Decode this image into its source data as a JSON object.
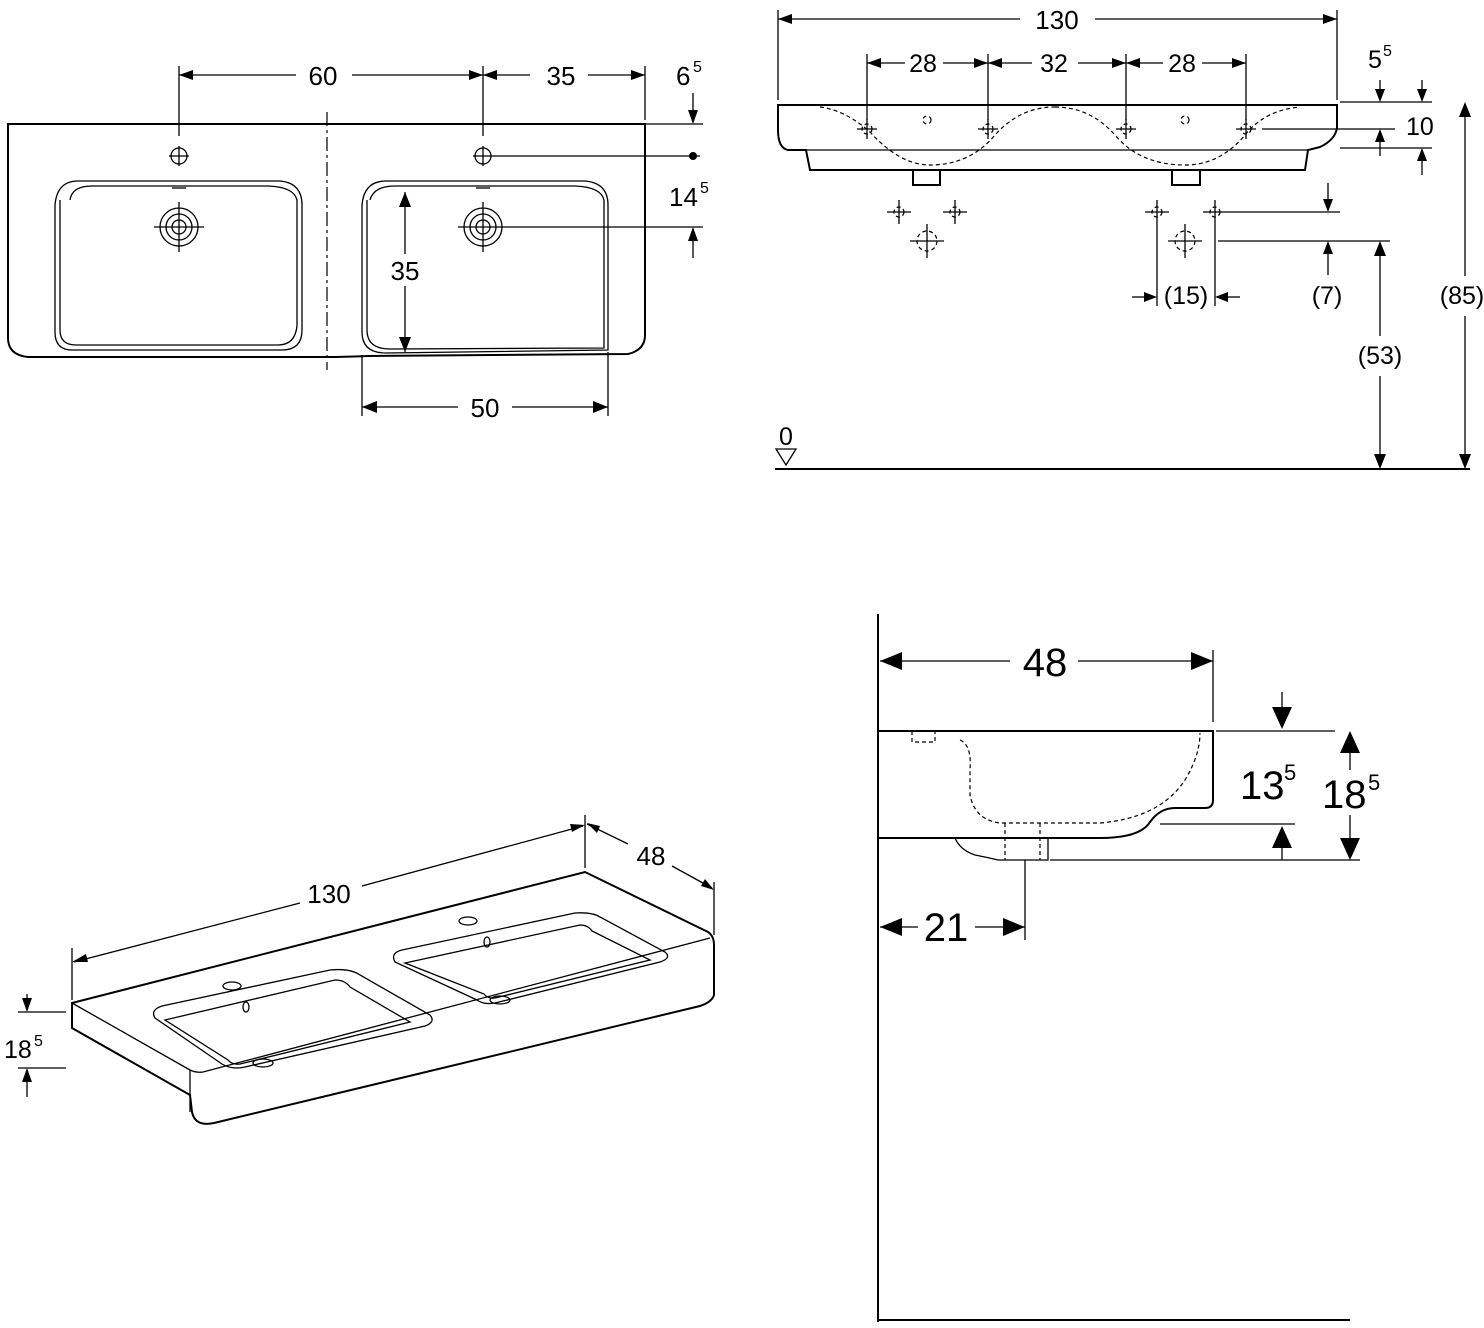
{
  "top_view": {
    "dim_60": "60",
    "dim_35_top": "35",
    "dim_6_5_main": "6",
    "dim_6_5_sup": "5",
    "dim_14_5_main": "14",
    "dim_14_5_sup": "5",
    "dim_35_basin": "35",
    "dim_50": "50"
  },
  "front_view": {
    "dim_130": "130",
    "dim_28_left": "28",
    "dim_32": "32",
    "dim_28_right": "28",
    "dim_5_5_main": "5",
    "dim_5_5_sup": "5",
    "dim_10": "10",
    "dim_15": "(15)",
    "dim_7": "(7)",
    "dim_53": "(53)",
    "dim_85": "(85)",
    "level_zero": "0"
  },
  "iso_view": {
    "dim_130": "130",
    "dim_48": "48",
    "dim_18_5_main": "18",
    "dim_18_5_sup": "5"
  },
  "side_view": {
    "dim_48": "48",
    "dim_13_5_main": "13",
    "dim_13_5_sup": "5",
    "dim_18_5_main": "18",
    "dim_18_5_sup": "5",
    "dim_21": "21"
  }
}
